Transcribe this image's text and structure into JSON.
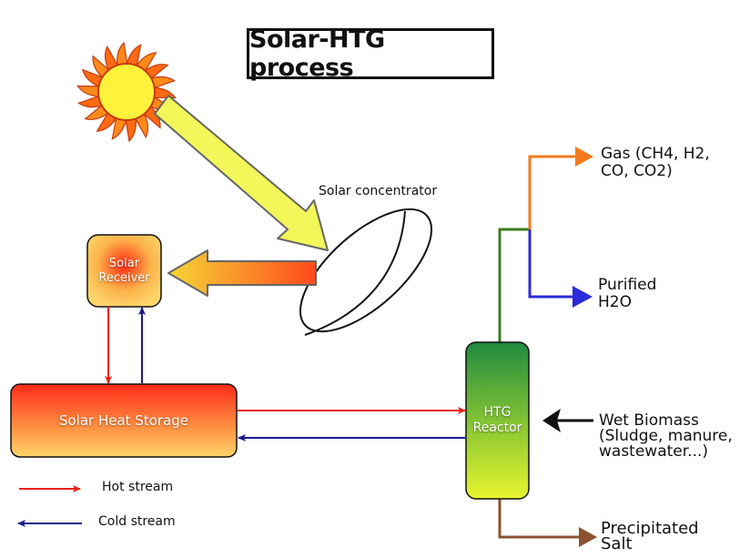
{
  "title": "Solar-HTG process",
  "components": {
    "solar_concentrator": "Solar concentrator",
    "solar_receiver": [
      "Solar",
      "Receiver"
    ],
    "solar_heat_storage": "Solar Heat Storage",
    "htg_reactor": [
      "HTG",
      "Reactor"
    ]
  },
  "outputs": {
    "gas": [
      "Gas (CH4, H2,",
      "CO, CO2)"
    ],
    "purified_water": [
      "Purified",
      "H2O"
    ],
    "precipitated_salt": [
      "Precipitated",
      "Salt"
    ]
  },
  "inputs": {
    "wet_biomass": [
      "Wet Biomass",
      "(Sludge, manure,",
      "wastewater...)"
    ]
  },
  "legend": {
    "hot": "Hot stream",
    "cold": "Cold stream"
  },
  "colors": {
    "hot_stream": "#e8231c",
    "cold_stream": "#1a1a8c",
    "gas_line": "#f47a1f",
    "water_line": "#2b2bd9",
    "reactor_line": "#3a7d1e",
    "salt_line": "#8a5230",
    "biomass_arrow": "#111111",
    "sunlight": "#f2f75a"
  }
}
